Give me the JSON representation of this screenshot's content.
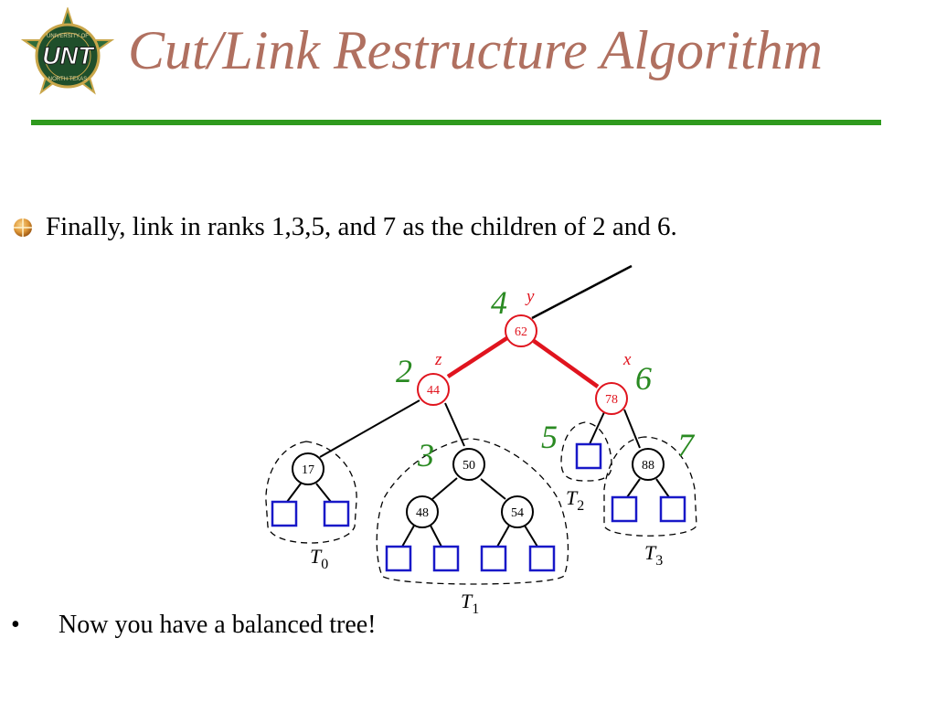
{
  "header": {
    "title": "Cut/Link Restructure Algorithm",
    "logo": {
      "top_text": "UNIVERSITY OF",
      "main_text": "UNT",
      "bottom_text": "NORTH TEXAS",
      "icon": "unt-star-logo"
    }
  },
  "bullets": [
    {
      "icon": "orb-bullet-icon",
      "text": "Finally, link in ranks 1,3,5, and 7 as the children of 2 and 6."
    },
    {
      "icon": "dot-bullet",
      "symbol": "•",
      "text": "Now you have a balanced tree!"
    }
  ],
  "colors": {
    "title": "#b07060",
    "rule": "#2f9a1e",
    "rank": "#2a8a22",
    "highlight": "#e0141e",
    "leaf": "#1818c8"
  },
  "tree": {
    "nodes": {
      "n62": {
        "key": "62",
        "rank": "4",
        "label": "y"
      },
      "n44": {
        "key": "44",
        "rank": "2",
        "label": "z"
      },
      "n78": {
        "key": "78",
        "rank": "6",
        "label": "x"
      },
      "n17": {
        "key": "17"
      },
      "n50": {
        "key": "50",
        "rank": "3"
      },
      "n48": {
        "key": "48"
      },
      "n54": {
        "key": "54"
      },
      "n88": {
        "key": "88",
        "rank": "7"
      },
      "leafT2": {
        "rank": "5"
      }
    },
    "subtrees": {
      "T0": {
        "name": "T",
        "sub": "0"
      },
      "T1": {
        "name": "T",
        "sub": "1"
      },
      "T2": {
        "name": "T",
        "sub": "2"
      },
      "T3": {
        "name": "T",
        "sub": "3"
      }
    }
  }
}
